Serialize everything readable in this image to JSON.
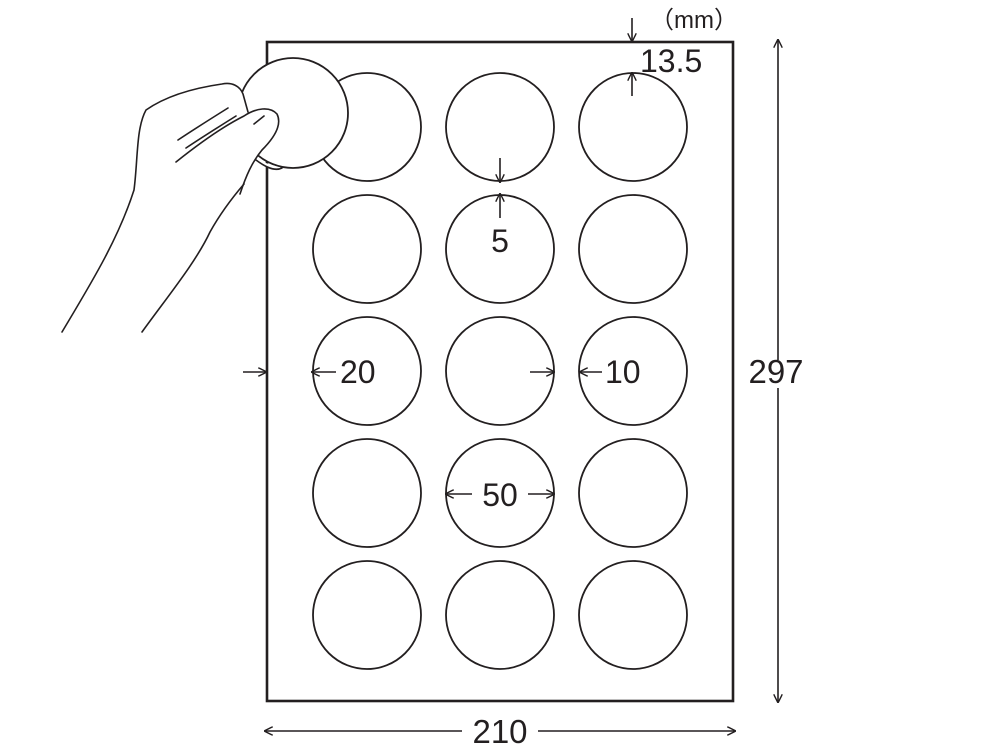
{
  "units": {
    "label": "（mm）"
  },
  "dimensions": {
    "sheet_width": "210",
    "sheet_height": "297",
    "top_margin": "13.5",
    "vertical_gap": "5",
    "side_margin": "20",
    "horizontal_gap": "10",
    "label_diameter": "50"
  },
  "layout": {
    "rows": 5,
    "columns": 3,
    "label_count": 15
  },
  "colors": {
    "ink": "#231f20",
    "paper": "#ffffff"
  }
}
